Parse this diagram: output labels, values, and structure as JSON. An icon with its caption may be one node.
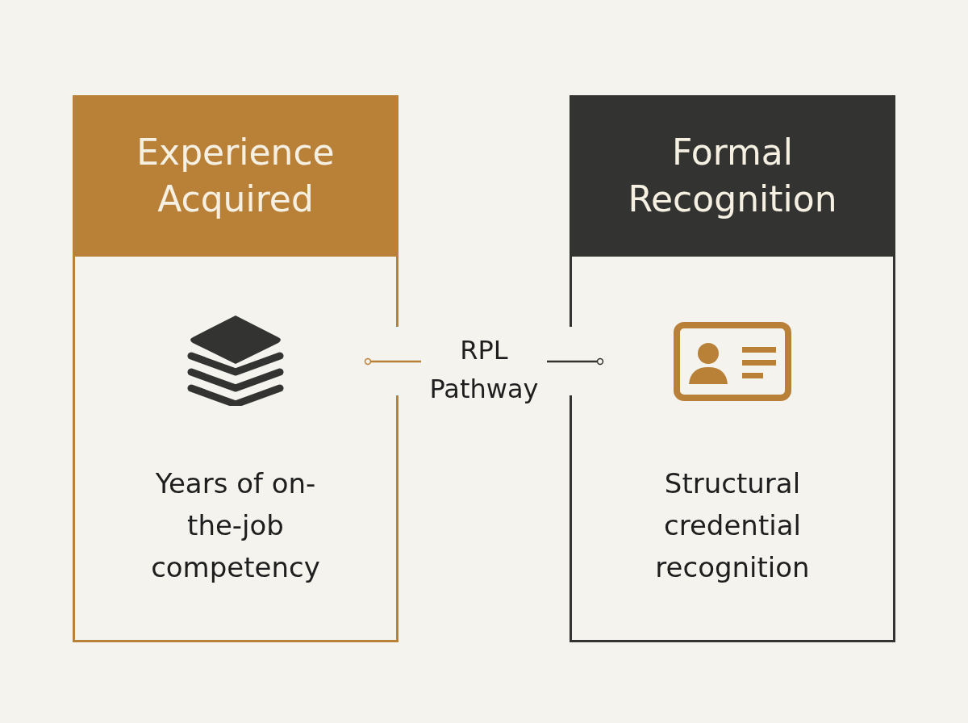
{
  "diagram": {
    "nodes": [
      {
        "text": [
          "Experience Acquired",
          "Years of on-the-job competency"
        ]
      },
      {
        "text": [
          "RPL Pathway"
        ]
      },
      {
        "text": [
          "Formal Recognition",
          "Structural credential recognition"
        ]
      }
    ],
    "edges": [
      {
        "from": 0,
        "to": 1,
        "arrow": "other",
        "color": "#b98038"
      },
      {
        "from": 1,
        "to": 2,
        "arrow": "other",
        "color": "#333432"
      }
    ]
  }
}
